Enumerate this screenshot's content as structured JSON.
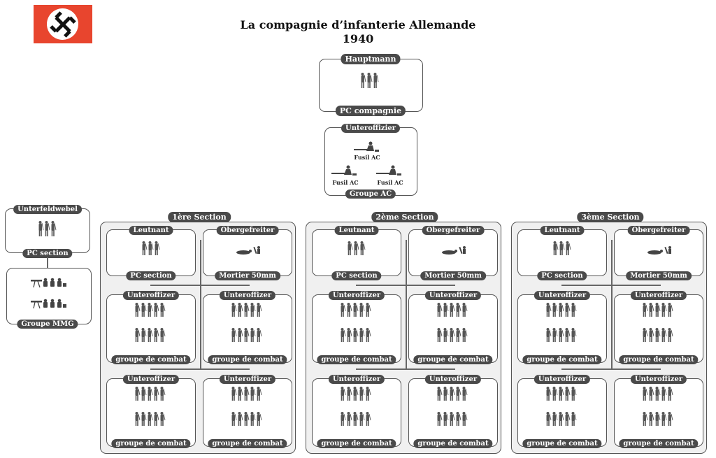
{
  "title": "La compagnie d’infanterie Allemande",
  "year": "1940",
  "flag_icon": "swastika-flag-icon",
  "hq": {
    "top_label": "Hauptmann",
    "bottom_label": "PC compagnie"
  },
  "at_group": {
    "top_label": "Unteroffizier",
    "weapon_label": "Fusil AC",
    "bottom_label": "Groupe AC"
  },
  "mmg": {
    "pc_top": "Unterfeldwebel",
    "pc_bottom": "PC section",
    "group_label": "Groupe MMG"
  },
  "sections": [
    {
      "label": "1ère  Section"
    },
    {
      "label": "2ème  Section"
    },
    {
      "label": "3ème  Section"
    }
  ],
  "section_parts": {
    "leader_top": "Leutnant",
    "leader_bottom": "PC section",
    "mortar_top": "Obergefreiter",
    "mortar_bottom": "Mortier 50mm",
    "squad_top": "Unteroffizer",
    "squad_bottom": "groupe de combat"
  },
  "colors": {
    "flag_red": "#e8452e",
    "tag_bg": "#4a4a4a",
    "figure": "#555555",
    "border": "#555555"
  }
}
